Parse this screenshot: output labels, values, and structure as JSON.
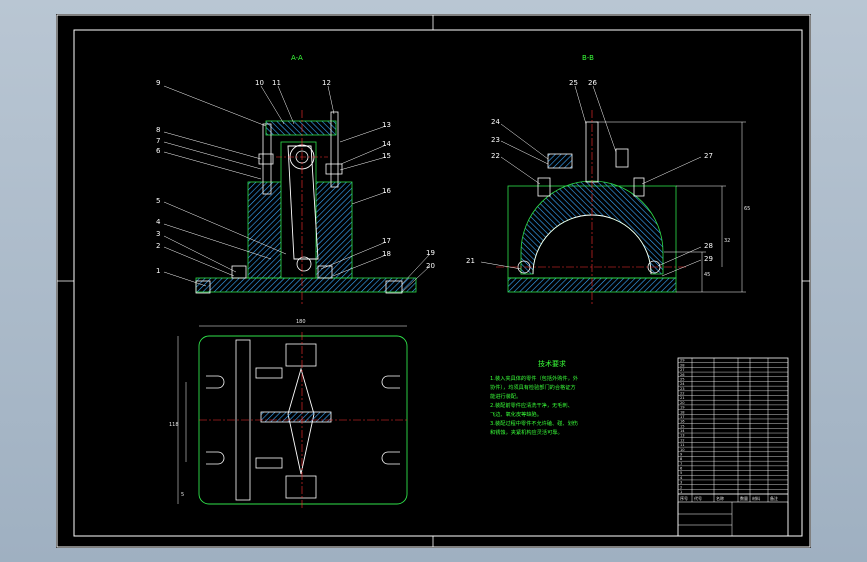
{
  "colors": {
    "background": "#000000",
    "frame": "#ffffff",
    "outline": "#2fe24a",
    "hatch": "#3aa9ff",
    "centerline": "#ff3030",
    "part": "#ffffff",
    "notes": "#39ff39",
    "table": "#ffffff"
  },
  "views": {
    "section_aa": {
      "title": "A-A"
    },
    "section_bb": {
      "title": "B-B"
    },
    "plan": {
      "dim_top": "180",
      "dim_side": "118",
      "dim_left": "5"
    }
  },
  "callouts_aa": [
    {
      "id": "c1",
      "text": "1"
    },
    {
      "id": "c2",
      "text": "2"
    },
    {
      "id": "c3",
      "text": "3"
    },
    {
      "id": "c4",
      "text": "4"
    },
    {
      "id": "c5",
      "text": "5"
    },
    {
      "id": "c6",
      "text": "6"
    },
    {
      "id": "c7",
      "text": "7"
    },
    {
      "id": "c8",
      "text": "8"
    },
    {
      "id": "c9",
      "text": "9"
    },
    {
      "id": "c10",
      "text": "10"
    },
    {
      "id": "c11",
      "text": "11"
    },
    {
      "id": "c12",
      "text": "12"
    },
    {
      "id": "c13",
      "text": "13"
    },
    {
      "id": "c14",
      "text": "14"
    },
    {
      "id": "c15",
      "text": "15"
    },
    {
      "id": "c16",
      "text": "16"
    },
    {
      "id": "c17",
      "text": "17"
    },
    {
      "id": "c18",
      "text": "18"
    },
    {
      "id": "c19",
      "text": "19"
    },
    {
      "id": "c20",
      "text": "20"
    }
  ],
  "callouts_bb": [
    {
      "id": "c21",
      "text": "21"
    },
    {
      "id": "c22",
      "text": "22"
    },
    {
      "id": "c23",
      "text": "23"
    },
    {
      "id": "c24",
      "text": "24"
    },
    {
      "id": "c25",
      "text": "25"
    },
    {
      "id": "c26",
      "text": "26"
    },
    {
      "id": "c27",
      "text": "27"
    },
    {
      "id": "c28",
      "text": "28"
    },
    {
      "id": "c29",
      "text": "29"
    }
  ],
  "dims_bb": {
    "height": "65",
    "mid": "32",
    "side": "45"
  },
  "notes": {
    "title": "技术要求",
    "lines": [
      "1.装入夹具体的零件（包括外购件，外",
      "协件），均须具有检验部门的合格证方",
      "能进行装配。",
      "2.装配前零件应清洗干净，无毛刺、",
      "飞边、氧化皮等缺陷。",
      "3.装配过程中零件不允许磕、碰、划伤",
      "和锈蚀，夹紧机构应灵活可靠。"
    ]
  },
  "title_block": {
    "rows": [
      "29",
      "28",
      "27",
      "26",
      "25",
      "24",
      "23",
      "22",
      "21",
      "20",
      "19",
      "18",
      "17",
      "16",
      "15",
      "14",
      "13",
      "12",
      "11",
      "10",
      "9",
      "8",
      "7",
      "6",
      "5",
      "4",
      "3",
      "2",
      "1"
    ],
    "footer": [
      "序号",
      "代号",
      "名称",
      "数量",
      "材料",
      "备注"
    ]
  }
}
